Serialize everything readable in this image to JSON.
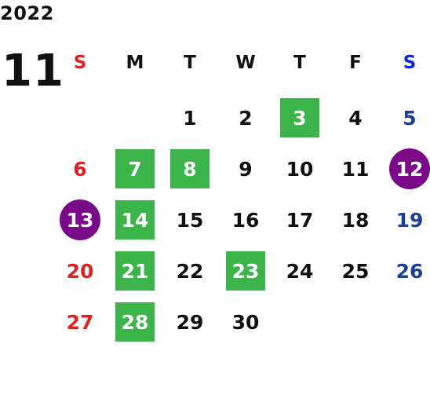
{
  "year": "2022",
  "month": "11",
  "weekdays": [
    "S",
    "M",
    "T",
    "W",
    "T",
    "F",
    "S"
  ],
  "weeks": [
    [
      "",
      "",
      "1",
      "2",
      "3",
      "4",
      "5"
    ],
    [
      "6",
      "7",
      "8",
      "9",
      "10",
      "11",
      "12"
    ],
    [
      "13",
      "14",
      "15",
      "16",
      "17",
      "18",
      "19"
    ],
    [
      "20",
      "21",
      "22",
      "23",
      "24",
      "25",
      "26"
    ],
    [
      "27",
      "28",
      "29",
      "30",
      "",
      "",
      ""
    ]
  ],
  "green_days": [
    "3",
    "7",
    "8",
    "14",
    "21",
    "23",
    "28"
  ],
  "circled_days": [
    "12",
    "13"
  ],
  "colors": {
    "sunday": "#e02020",
    "saturday": "#1a3f9a",
    "saturday_header": "#0a2ad0",
    "highlight_green": "#3bb54a",
    "highlight_purple": "#7a0a87"
  }
}
